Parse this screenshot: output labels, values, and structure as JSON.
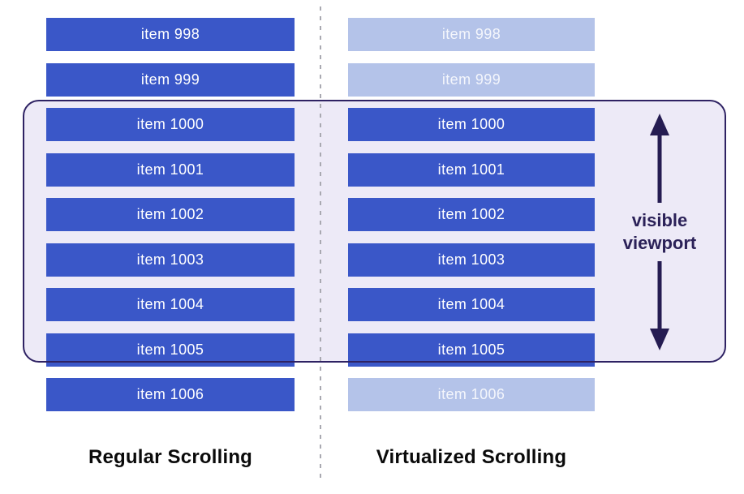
{
  "colors": {
    "item_active_bg": "#3A57C8",
    "item_muted_bg": "#B4C3E9",
    "item_text": "#FFFFFF",
    "viewport_fill": "#EDEAF7",
    "viewport_border": "#2E2263",
    "annotation": "#251C52",
    "divider": "#A9A9B1",
    "title_text": "#0A0A0A"
  },
  "columns": [
    {
      "title": "Regular Scrolling",
      "items": [
        {
          "label": "item 998",
          "state": "active"
        },
        {
          "label": "item 999",
          "state": "active"
        },
        {
          "label": "item 1000",
          "state": "active"
        },
        {
          "label": "item 1001",
          "state": "active"
        },
        {
          "label": "item 1002",
          "state": "active"
        },
        {
          "label": "item 1003",
          "state": "active"
        },
        {
          "label": "item 1004",
          "state": "active"
        },
        {
          "label": "item 1005",
          "state": "active"
        },
        {
          "label": "item 1006",
          "state": "active"
        }
      ]
    },
    {
      "title": "Virtualized Scrolling",
      "items": [
        {
          "label": "item 998",
          "state": "muted"
        },
        {
          "label": "item 999",
          "state": "muted"
        },
        {
          "label": "item 1000",
          "state": "active"
        },
        {
          "label": "item 1001",
          "state": "active"
        },
        {
          "label": "item 1002",
          "state": "active"
        },
        {
          "label": "item 1003",
          "state": "active"
        },
        {
          "label": "item 1004",
          "state": "active"
        },
        {
          "label": "item 1005",
          "state": "active"
        },
        {
          "label": "item 1006",
          "state": "muted"
        }
      ]
    }
  ],
  "viewport_annotation": {
    "line1": "visible",
    "line2": "viewport",
    "icons": [
      "arrow-up-icon",
      "arrow-down-icon"
    ]
  }
}
